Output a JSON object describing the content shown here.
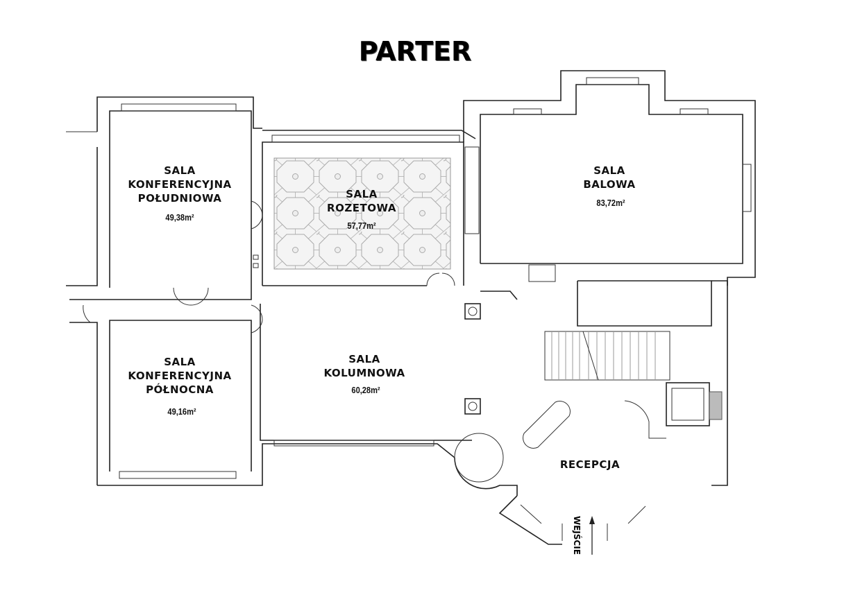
{
  "title": "PARTER",
  "rooms": {
    "south": {
      "line1": "SALA",
      "line2": "KONFERENCYJNA",
      "line3": "POŁUDNIOWA",
      "area": "49,38m²"
    },
    "rozetowa": {
      "line1": "SALA",
      "line2": "ROZETOWA",
      "area": "57,77m²"
    },
    "balowa": {
      "line1": "SALA",
      "line2": "BALOWA",
      "area": "83,72m²"
    },
    "north": {
      "line1": "SALA",
      "line2": "KONFERENCYJNA",
      "line3": "PÓŁNOCNA",
      "area": "49,16m²"
    },
    "kolumnowa": {
      "line1": "SALA",
      "line2": "KOLUMNOWA",
      "area": "60,28m²"
    },
    "recepcja": {
      "line1": "RECEPCJA"
    }
  },
  "entrance": {
    "label": "WEJŚCIE"
  }
}
